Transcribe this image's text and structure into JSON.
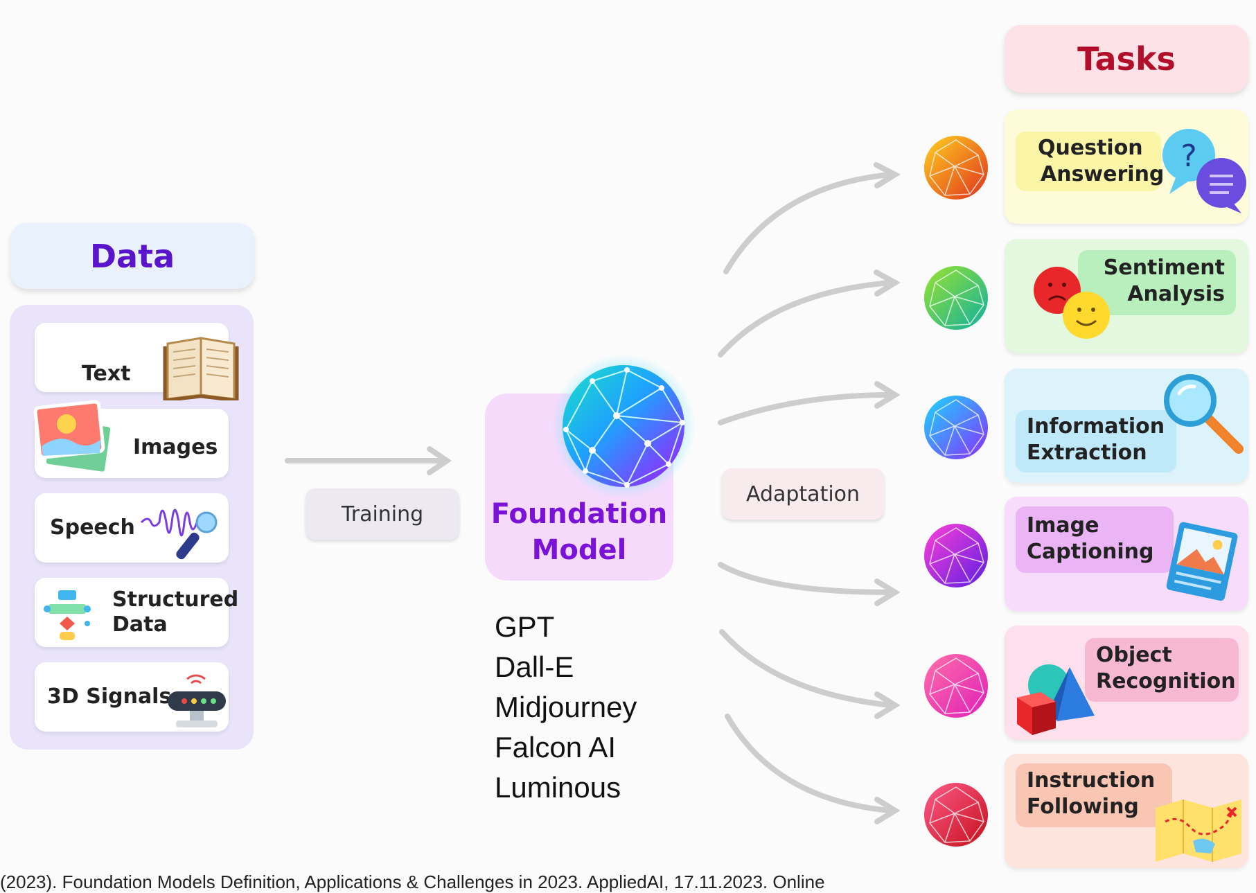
{
  "data_section": {
    "title": "Data",
    "items": [
      {
        "label": "Text",
        "icon": "book-icon"
      },
      {
        "label": "Images",
        "icon": "photos-icon"
      },
      {
        "label": "Speech",
        "icon": "microphone-icon"
      },
      {
        "label_line1": "Structured",
        "label_line2": "Data",
        "icon": "flowchart-icon"
      },
      {
        "label": "3D Signals",
        "icon": "sensor-icon"
      }
    ]
  },
  "training_label": "Training",
  "foundation_model": {
    "line1": "Foundation",
    "line2": "Model",
    "examples": [
      "GPT",
      "Dall-E",
      "Midjourney",
      "Falcon AI",
      "Luminous"
    ]
  },
  "adaptation_label": "Adaptation",
  "tasks_section": {
    "title": "Tasks",
    "items": [
      {
        "line1": "Question",
        "line2": "Answering",
        "icon": "question-bubble-icon",
        "color": "#fdfbd8"
      },
      {
        "line1": "Sentiment",
        "line2": "Analysis",
        "icon": "emoji-faces-icon",
        "color": "#e3f8de"
      },
      {
        "line1": "Information",
        "line2": "Extraction",
        "icon": "magnifier-icon",
        "color": "#ddf3fc"
      },
      {
        "line1": "Image",
        "line2": "Captioning",
        "icon": "picture-card-icon",
        "color": "#f7dcfb"
      },
      {
        "line1": "Object",
        "line2": "Recognition",
        "icon": "shapes-icon",
        "color": "#fde0ec"
      },
      {
        "line1": "Instruction",
        "line2": "Following",
        "icon": "treasure-map-icon",
        "color": "#fde4dc"
      }
    ]
  },
  "footer_text": "(2023). Foundation Models Definition, Applications & Challenges in 2023. AppliedAI, 17.11.2023. Online"
}
